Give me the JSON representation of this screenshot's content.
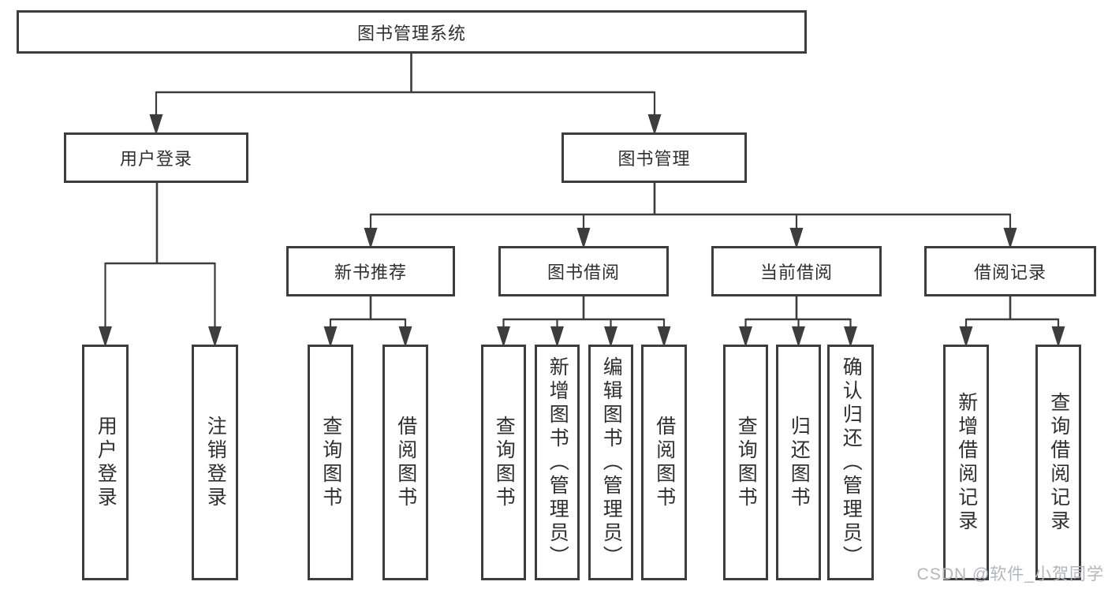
{
  "diagram_title": "图书管理系统",
  "tree": {
    "label": "图书管理系统",
    "children": [
      {
        "label": "用户登录",
        "children": [
          {
            "label": "用户登录"
          },
          {
            "label": "注销登录"
          }
        ]
      },
      {
        "label": "图书管理",
        "children": [
          {
            "label": "新书推荐",
            "children": [
              {
                "label": "查询图书"
              },
              {
                "label": "借阅图书"
              }
            ]
          },
          {
            "label": "图书借阅",
            "children": [
              {
                "label": "查询图书"
              },
              {
                "label": "新增图书（管理员）"
              },
              {
                "label": "编辑图书（管理员）"
              },
              {
                "label": "借阅图书"
              }
            ]
          },
          {
            "label": "当前借阅",
            "children": [
              {
                "label": "查询图书"
              },
              {
                "label": "归还图书"
              },
              {
                "label": "确认归还（管理员）"
              }
            ]
          },
          {
            "label": "借阅记录",
            "children": [
              {
                "label": "新增借阅记录"
              },
              {
                "label": "查询借阅记录"
              }
            ]
          }
        ]
      }
    ]
  },
  "watermark": "CSDN @软件_小贺同学",
  "colors": {
    "line": "#3d3d3d",
    "text": "#2f2f2f",
    "watermark": "#b5b6bd",
    "background": "#ffffff"
  }
}
